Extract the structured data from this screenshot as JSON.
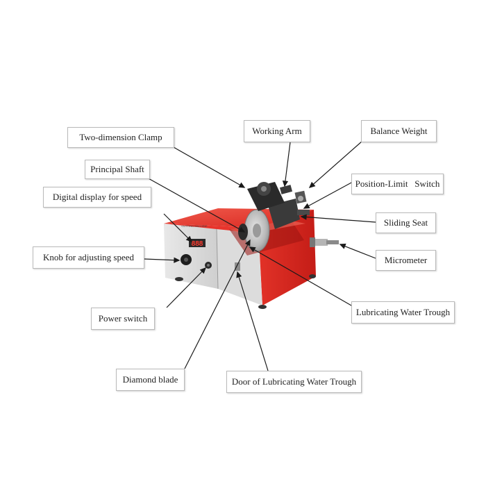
{
  "diagram": {
    "panel_text": "CUTTING MACHINE",
    "display_value": "888",
    "labels": {
      "two_dimension_clamp": "Two-dimension Clamp",
      "working_arm": "Working Arm",
      "balance_weight": "Balance Weight",
      "principal_shaft": "Principal Shaft",
      "position_limit_switch": "Position-Limit   Switch",
      "digital_display": "Digital display for speed",
      "sliding_seat": "Sliding Seat",
      "knob_speed": "Knob for adjusting speed",
      "micrometer": "Micrometer",
      "lubricating_trough": "Lubricating Water Trough",
      "power_switch": "Power switch",
      "diamond_blade": "Diamond blade",
      "trough_door": "Door of Lubricating Water Trough"
    },
    "colors": {
      "machine_red": "#e8342c",
      "panel_grey": "#d8d8d8",
      "blade_silver": "#bfbfbf",
      "leader_line": "#1a1a1a"
    }
  }
}
